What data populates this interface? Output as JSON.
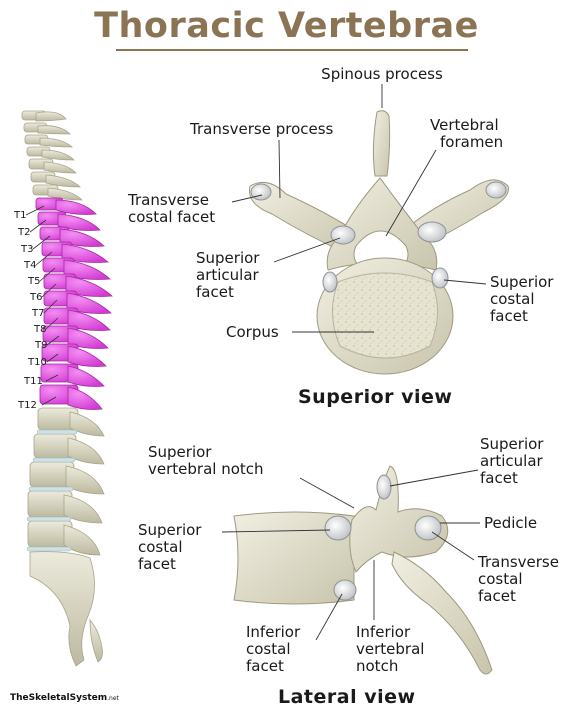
{
  "title": "Thoracic Vertebrae",
  "spine_labels": [
    "T1",
    "T2",
    "T3",
    "T4",
    "T5",
    "T6",
    "T7",
    "T8",
    "T9",
    "T10",
    "T11",
    "T12"
  ],
  "superior": {
    "spinous_process": "Spinous process",
    "transverse_process": "Transverse process",
    "vertebral_foramen": [
      "Vertebral",
      "foramen"
    ],
    "transverse_costal_facet": [
      "Transverse",
      "costal facet"
    ],
    "superior_articular_facet": [
      "Superior",
      "articular",
      "facet"
    ],
    "superior_costal_facet": [
      "Superior",
      "costal",
      "facet"
    ],
    "corpus": "Corpus",
    "view_label": "Superior view"
  },
  "lateral": {
    "superior_vertebral_notch": [
      "Superior",
      "vertebral notch"
    ],
    "superior_articular_facet": [
      "Superior",
      "articular",
      "facet"
    ],
    "pedicle": "Pedicle",
    "superior_costal_facet": [
      "Superior",
      "costal",
      "facet"
    ],
    "transverse_costal_facet": [
      "Transverse",
      "costal",
      "facet"
    ],
    "inferior_costal_facet": [
      "Inferior",
      "costal",
      "facet"
    ],
    "inferior_vertebral_notch": [
      "Inferior",
      "vertebral",
      "notch"
    ],
    "view_label": "Lateral view"
  },
  "brand": {
    "name": "TheSkeletalSystem",
    "suffix": ".net"
  },
  "colors": {
    "title": "#8a7454",
    "thoracic_highlight": "#e04ee0",
    "bone": "#e4e2d2",
    "bone_shade": "#c9c6b0"
  }
}
